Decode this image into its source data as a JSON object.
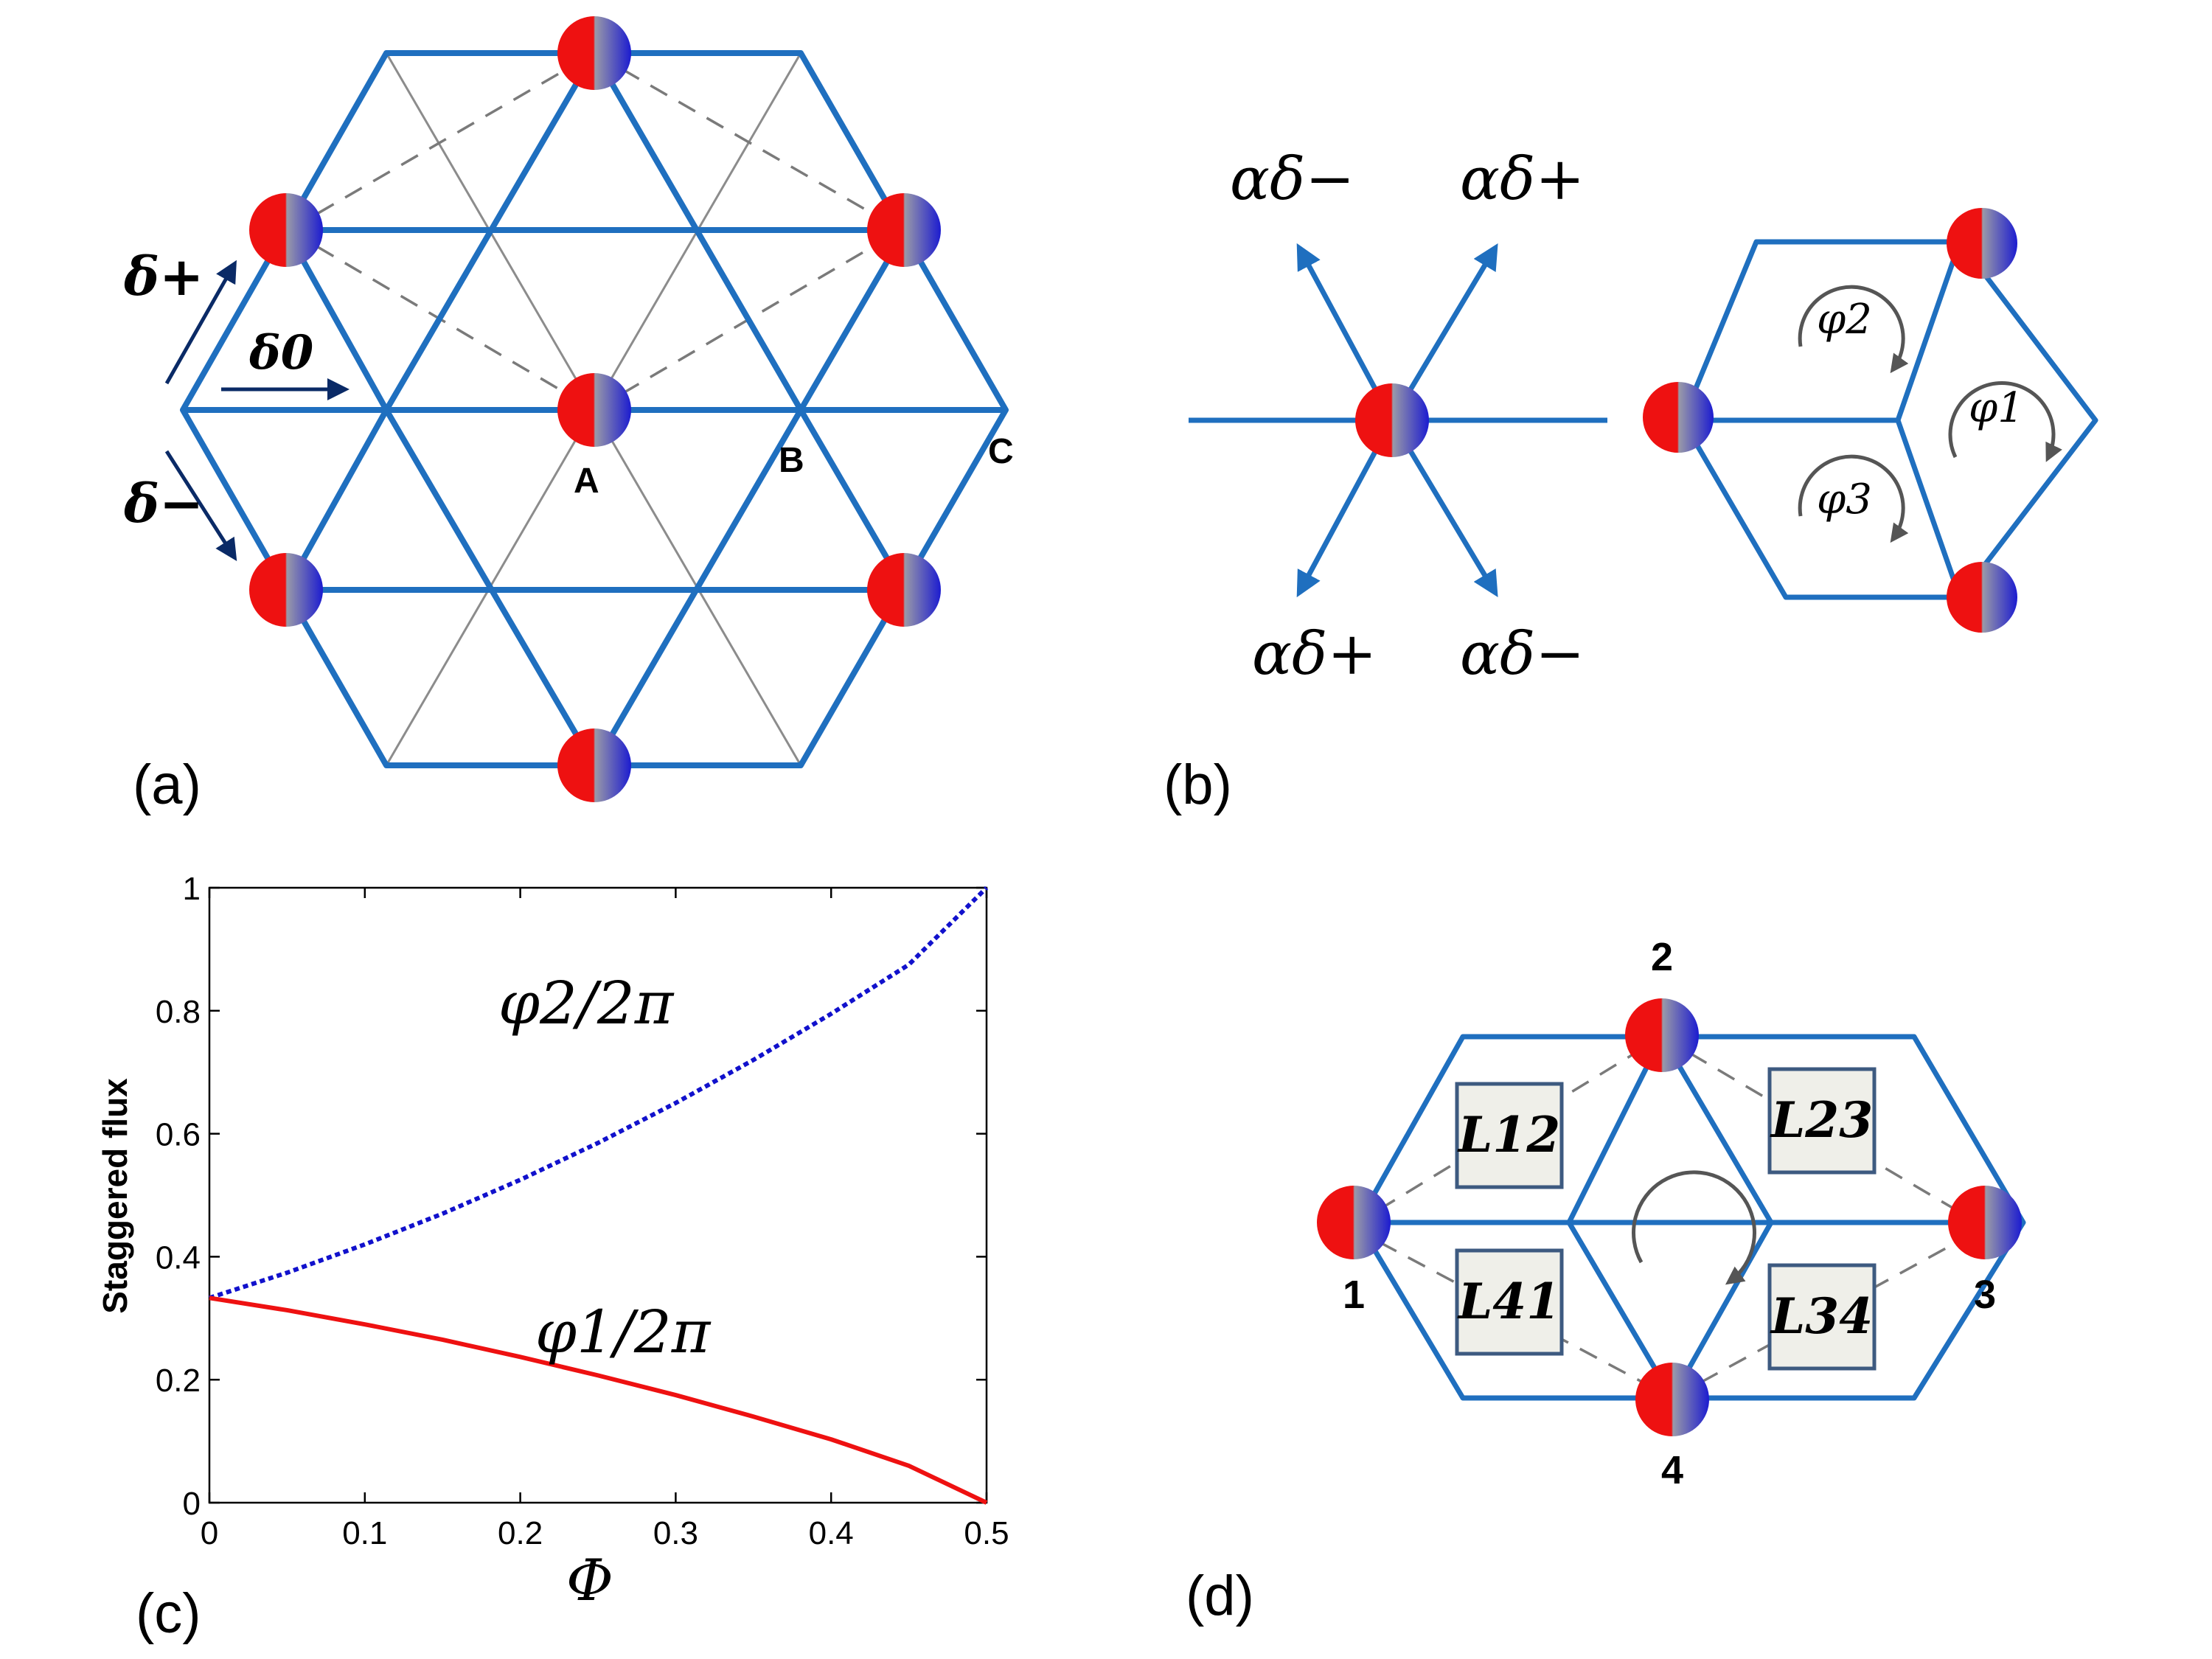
{
  "panels": {
    "a": {
      "label": "(a)",
      "delta_plus": "δ+",
      "delta_zero": "δ0",
      "delta_minus": "δ−",
      "site_A": "A",
      "site_B": "B",
      "site_C": "C"
    },
    "b": {
      "label": "(b)",
      "alpha_tl": "αδ−",
      "alpha_tr": "αδ+",
      "alpha_bl": "αδ+",
      "alpha_br": "αδ−",
      "phi1": "φ1",
      "phi2": "φ2",
      "phi3": "φ3"
    },
    "c": {
      "label": "(c)",
      "ylabel": "Staggered flux",
      "xlabel": "Φ",
      "curve_labels": {
        "phi2": "φ2/2π",
        "phi1": "φ1/2π"
      }
    },
    "d": {
      "label": "(d)",
      "node_labels": [
        "1",
        "2",
        "3",
        "4"
      ],
      "loops": [
        "L12",
        "L23",
        "L41",
        "L34"
      ]
    }
  },
  "colors": {
    "lattice_blue": "#1f6fbf",
    "thin_gray": "#8c8c8c",
    "dashed_gray": "#7a7a7a",
    "atom_red": "#ee1111",
    "atom_blue": "#2020cc",
    "series_blue": "#1111cc",
    "series_red": "#ee1111",
    "loop_box_fill": "#efefe9",
    "loop_box_stroke": "#3d5a80"
  },
  "chart_data": {
    "type": "line",
    "xlabel": "Φ",
    "ylabel": "Staggered flux",
    "xlim": [
      0,
      0.5
    ],
    "ylim": [
      0,
      1
    ],
    "xticks": [
      "0",
      "0.1",
      "0.2",
      "0.3",
      "0.4",
      "0.5"
    ],
    "yticks": [
      "0",
      "0.2",
      "0.4",
      "0.6",
      "0.8",
      "1"
    ],
    "series": [
      {
        "name": "φ2/2π",
        "style": "dotted",
        "color": "#1111cc",
        "x": [
          0,
          0.05,
          0.1,
          0.15,
          0.2,
          0.25,
          0.3,
          0.35,
          0.4,
          0.45,
          0.5
        ],
        "y": [
          0.333,
          0.374,
          0.42,
          0.47,
          0.525,
          0.585,
          0.65,
          0.72,
          0.795,
          0.875,
          1.0
        ]
      },
      {
        "name": "φ1/2π",
        "style": "solid",
        "color": "#ee1111",
        "x": [
          0,
          0.05,
          0.1,
          0.15,
          0.2,
          0.25,
          0.3,
          0.35,
          0.4,
          0.45,
          0.5
        ],
        "y": [
          0.333,
          0.313,
          0.29,
          0.265,
          0.237,
          0.207,
          0.175,
          0.14,
          0.103,
          0.06,
          0.0
        ]
      }
    ]
  }
}
